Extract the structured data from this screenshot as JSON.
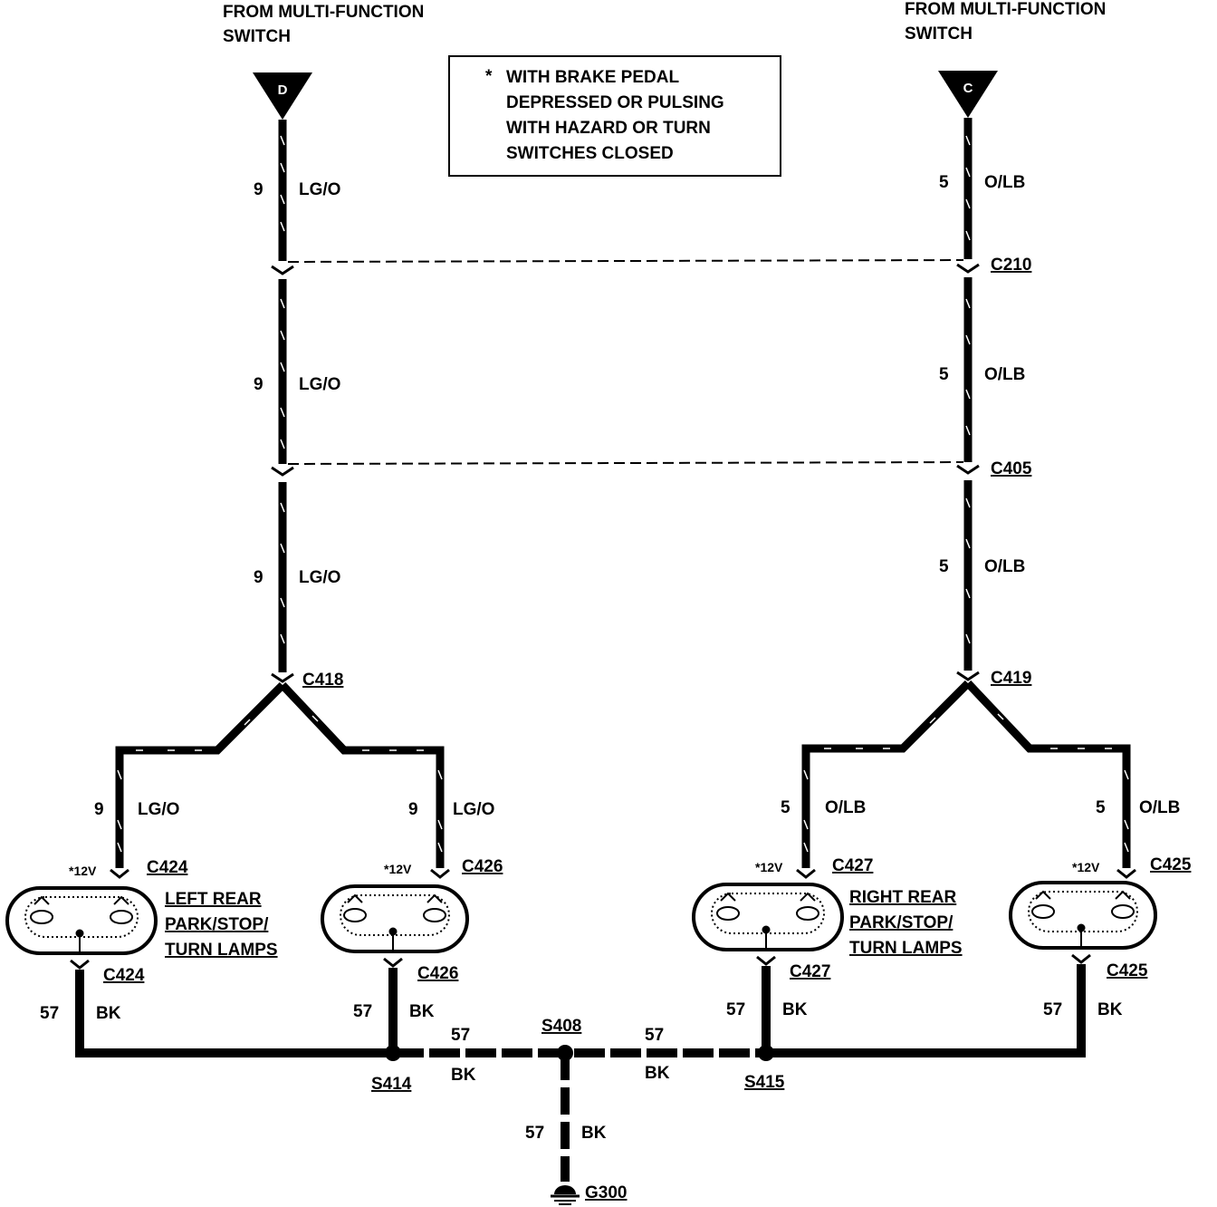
{
  "sources": {
    "left": {
      "from_label_line1": "FROM MULTI-FUNCTION",
      "from_label_line2": "SWITCH",
      "connector_letter": "D"
    },
    "right": {
      "from_label_line1": "FROM MULTI-FUNCTION",
      "from_label_line2": "SWITCH",
      "connector_letter": "C"
    }
  },
  "note": {
    "asterisk": "*",
    "lines": [
      "WITH BRAKE PEDAL",
      "DEPRESSED OR PULSING",
      "WITH HAZARD OR TURN",
      "SWITCHES CLOSED"
    ]
  },
  "left_circuit": {
    "number": "9",
    "color": "LG/O"
  },
  "right_circuit": {
    "number": "5",
    "color": "O/LB"
  },
  "ground_circuit": {
    "number": "57",
    "color": "BK"
  },
  "connectors": {
    "c210": "C210",
    "c405": "C405",
    "c418": "C418",
    "c419": "C419",
    "c424": "C424",
    "c426": "C426",
    "c427": "C427",
    "c425": "C425"
  },
  "lamps": {
    "voltage": "*12V",
    "left_label": [
      "LEFT REAR",
      "PARK/STOP/",
      "TURN LAMPS"
    ],
    "right_label": [
      "RIGHT REAR",
      "PARK/STOP/",
      "TURN LAMPS"
    ]
  },
  "splices": {
    "s414": "S414",
    "s408": "S408",
    "s415": "S415"
  },
  "ground": "G300"
}
